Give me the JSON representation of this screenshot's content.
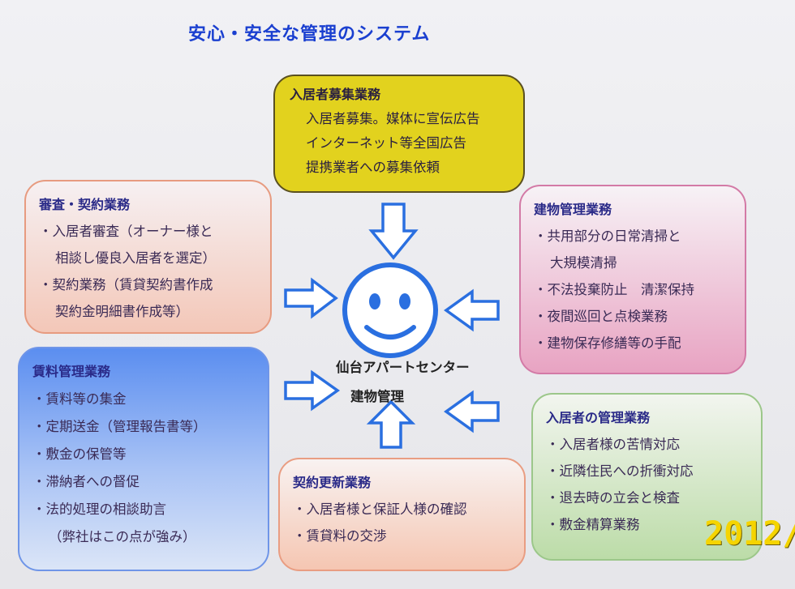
{
  "title": "安心・安全な管理のシステム",
  "center": {
    "line1": "仙台アパートセンター",
    "line2": "建物管理",
    "icon": "smiley-face-icon"
  },
  "boxes": {
    "recruit": {
      "heading": "入居者募集業務",
      "items": [
        "入居者募集。媒体に宣伝広告",
        "インターネット等全国広告",
        "提携業者への募集依頼"
      ]
    },
    "screening": {
      "heading": "審査・契約業務",
      "items": [
        "・入居者審査（オーナー様と",
        "相談し優良入居者を選定）",
        "・契約業務（賃貸契約書作成",
        "契約金明細書作成等）"
      ]
    },
    "building": {
      "heading": "建物管理業務",
      "items": [
        "・共用部分の日常清掃と",
        "大規模清掃",
        "・不法投棄防止　清潔保持",
        "・夜間巡回と点検業務",
        "・建物保存修繕等の手配"
      ]
    },
    "rent": {
      "heading": "賃料管理業務",
      "items": [
        "・賃料等の集金",
        "・定期送金（管理報告書等）",
        "・敷金の保管等",
        "・滞納者への督促",
        "・法的処理の相談助言",
        "（弊社はこの点が強み）"
      ]
    },
    "renewal": {
      "heading": "契約更新業務",
      "items": [
        "・入居者様と保証人様の確認",
        "・賃貸料の交渉"
      ]
    },
    "tenant": {
      "heading": "入居者の管理業務",
      "items": [
        "・入居者様の苦情対応",
        "・近隣住民への折衝対応",
        "・退去時の立会と検査",
        "・敷金精算業務"
      ]
    }
  },
  "date_stamp": "2012/"
}
